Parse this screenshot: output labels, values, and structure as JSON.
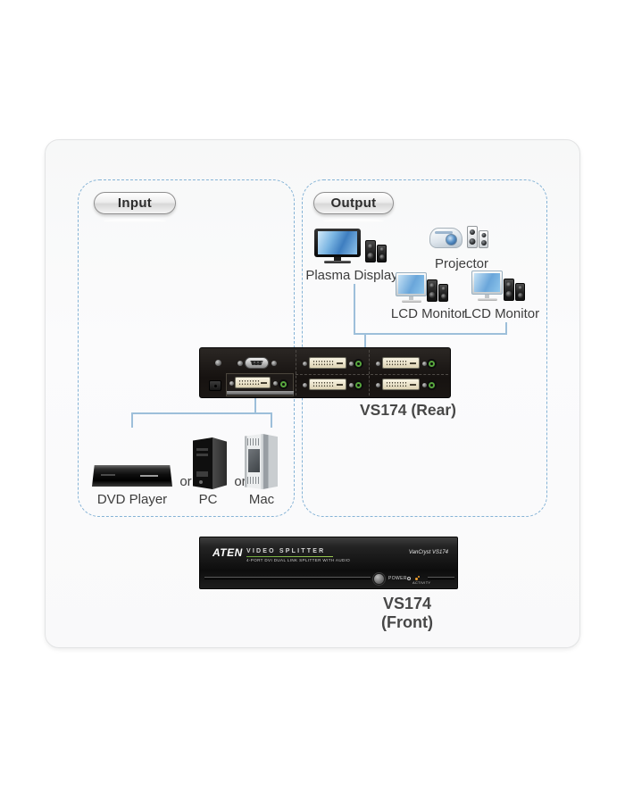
{
  "input_section": {
    "label": "Input",
    "or_text": "or",
    "devices": [
      {
        "name": "dvd-player",
        "label": "DVD Player"
      },
      {
        "name": "pc",
        "label": "PC"
      },
      {
        "name": "mac",
        "label": "Mac"
      }
    ]
  },
  "output_section": {
    "label": "Output",
    "devices": [
      {
        "name": "plasma-display",
        "label": "Plasma Display"
      },
      {
        "name": "projector",
        "label": "Projector"
      },
      {
        "name": "lcd-monitor-1",
        "label": "LCD Monitor"
      },
      {
        "name": "lcd-monitor-2",
        "label": "LCD Monitor"
      }
    ]
  },
  "splitter": {
    "rear_label": "VS174 (Rear)",
    "front_label": "VS174 (Front)",
    "front_panel": {
      "brand": "ATEN",
      "product": "VIDEO SPLITTER",
      "subtitle": "4-PORT DVI DUAL LINK SPLITTER WITH AUDIO",
      "series": "VanCryst VS174",
      "power_label": "POWER",
      "activity_label": "ACTIVITY"
    }
  },
  "colors": {
    "dashed_border": "#85b3d6",
    "connector_line": "#9dbfda",
    "audio_jack_green": "#58a63e",
    "screen_blue": "#4e90c8"
  }
}
